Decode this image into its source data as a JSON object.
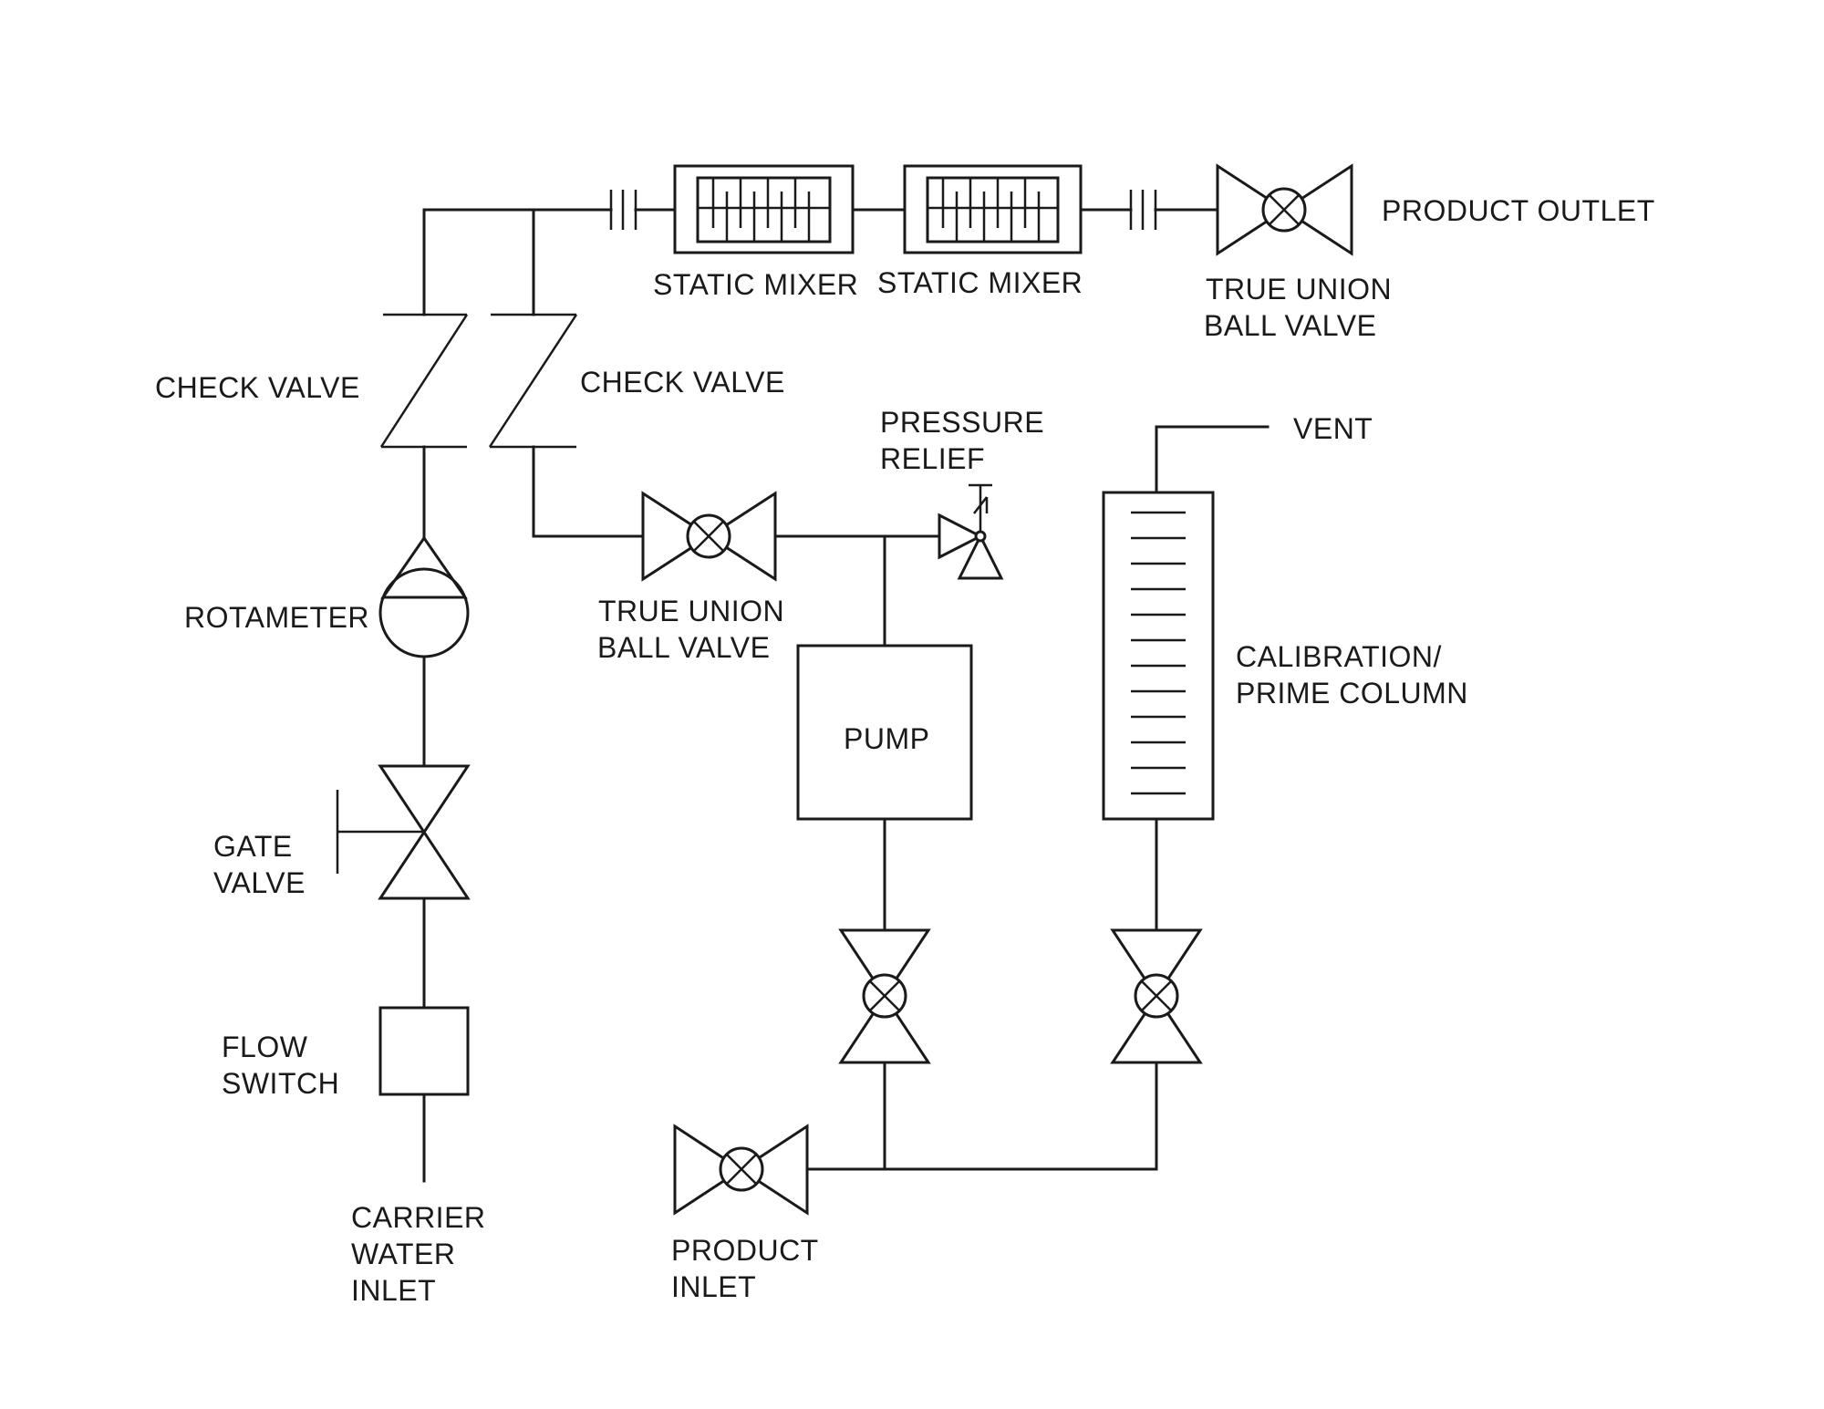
{
  "labels": {
    "static_mixer_1": "STATIC MIXER",
    "static_mixer_2": "STATIC MIXER",
    "product_outlet": "PRODUCT OUTLET",
    "outlet_valve": [
      "TRUE UNION",
      "BALL VALVE"
    ],
    "check_valve_left": "CHECK VALVE",
    "check_valve_right": "CHECK VALVE",
    "pressure_relief": [
      "PRESSURE",
      "RELIEF"
    ],
    "vent": "VENT",
    "rotameter": "ROTAMETER",
    "pump_valve": [
      "TRUE UNION",
      "BALL VALVE"
    ],
    "pump": "PUMP",
    "calibration_column": [
      "CALIBRATION/",
      "PRIME COLUMN"
    ],
    "gate_valve": [
      "GATE",
      "VALVE"
    ],
    "flow_switch": [
      "FLOW",
      "SWITCH"
    ],
    "carrier_water_inlet": [
      "CARRIER",
      "WATER",
      "INLET"
    ],
    "product_inlet": [
      "PRODUCT",
      "INLET"
    ]
  },
  "colors": {
    "line": "#1a1a1a",
    "background": "#ffffff"
  }
}
